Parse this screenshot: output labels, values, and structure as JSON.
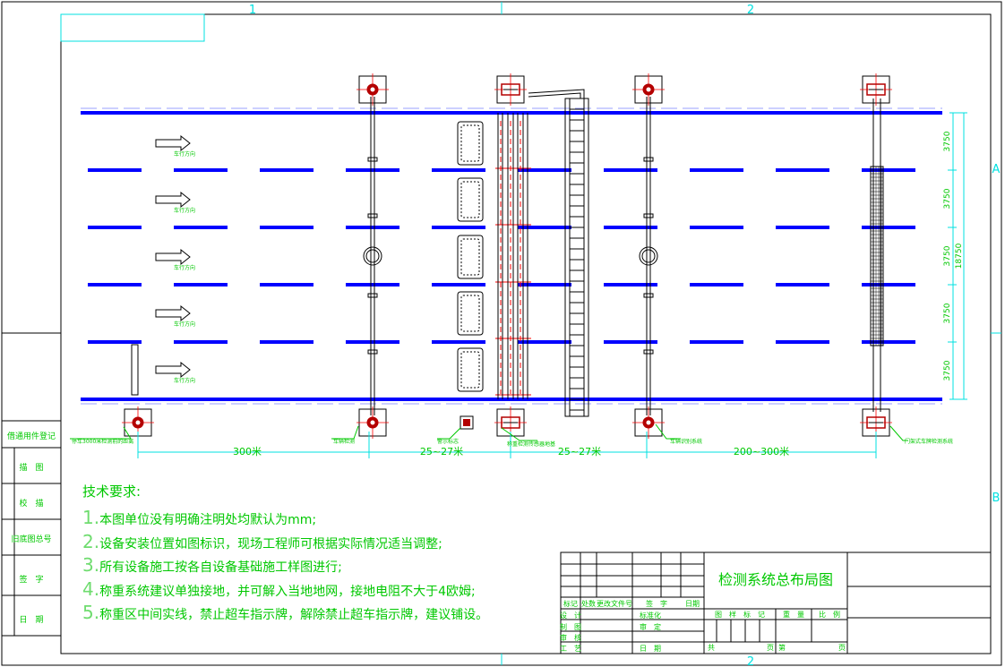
{
  "frame": {
    "col_marks": [
      "1",
      "2"
    ],
    "row_marks": [
      "A",
      "B"
    ]
  },
  "lanes": {
    "arrow_label": "车行方向",
    "lane_widths": [
      "3750",
      "3750",
      "3750",
      "3750",
      "3750"
    ],
    "total_width": "18750"
  },
  "callouts": {
    "line_stop": "停车3000米检测前的距离",
    "device_1": "车辆检测",
    "device_2": "警示标志",
    "device_3": "称重检测传感器地基",
    "device_4": "车辆识别系统",
    "device_5": "门架式车牌检测系统"
  },
  "dimensions": [
    "300米",
    "25~27米",
    "25~27米",
    "200~300米"
  ],
  "notes": {
    "heading": "技术要求:",
    "items": [
      {
        "num": "1.",
        "text": "本图单位没有明确注明处均默认为mm;"
      },
      {
        "num": "2.",
        "text": "设备安装位置如图标识，现场工程师可根据实际情况适当调整;"
      },
      {
        "num": "3.",
        "text": "所有设备施工按各自设备基础施工样图进行;"
      },
      {
        "num": "4.",
        "text": "称重系统建议单独接地，并可解入当地地网，接地电阻不大于4欧姆;"
      },
      {
        "num": "5.",
        "text": "称重区中间实线，禁止超车指示牌，解除禁止超车指示牌，建议铺设。"
      }
    ]
  },
  "left_column": [
    "借通用件登记",
    "描　图",
    "校　描",
    "旧底图总号",
    "签　字",
    "日　期"
  ],
  "title_block": {
    "title": "检测系统总布局图",
    "rev_headers": [
      "标记",
      "处数",
      "更改文件号",
      "签　字",
      "日期"
    ],
    "sign_rows": [
      {
        "label": "设　计",
        "right": "标准化"
      },
      {
        "label": "制　图",
        "right": ""
      },
      {
        "label": "审　核",
        "right": "审　定"
      },
      {
        "label": "工　艺",
        "right": "日　期"
      }
    ],
    "sheet_headers": [
      "图　样　标　记",
      "重　量",
      "比　例"
    ],
    "total_label": "共",
    "sheet_label": "页",
    "page_label": "第",
    "page_unit": "页"
  },
  "colors": {
    "frame": "#000000",
    "cyan": "#00e0e0",
    "lane": "#0000ff",
    "green": "#00c800",
    "red": "#ff0000",
    "dark_red": "#b40000"
  }
}
